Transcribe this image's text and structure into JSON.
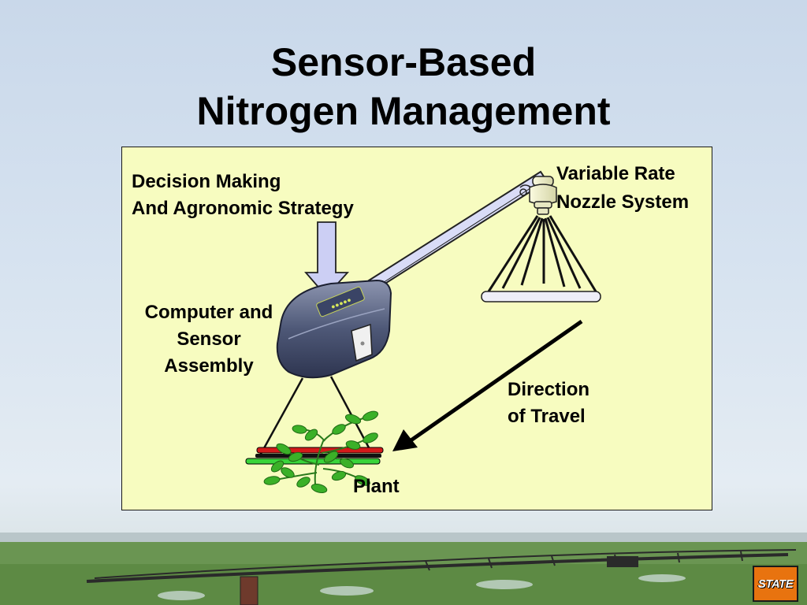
{
  "title": {
    "line1": "Sensor-Based",
    "line2": "Nitrogen Management"
  },
  "labels": {
    "decision": {
      "line1": "Decision Making",
      "line2": "And Agronomic Strategy"
    },
    "nozzle": {
      "line1": "Variable Rate",
      "line2": "Nozzle System"
    },
    "computer": {
      "line1": "Computer and",
      "line2": "Sensor",
      "line3": "Assembly"
    },
    "direction": {
      "line1": "Direction",
      "line2": "of Travel"
    },
    "plant": "Plant"
  },
  "logo": {
    "text": "STATE"
  },
  "colors": {
    "panel_bg": "#f7fcc0",
    "arrow_fill": "#cccff4",
    "boom_fill": "#d9dcf7",
    "sensor_body": "#4e5877",
    "plant_green": "#3bb028",
    "strip_red": "#d41a1a",
    "strip_green": "#39d43a",
    "logo_orange": "#e8730f"
  }
}
